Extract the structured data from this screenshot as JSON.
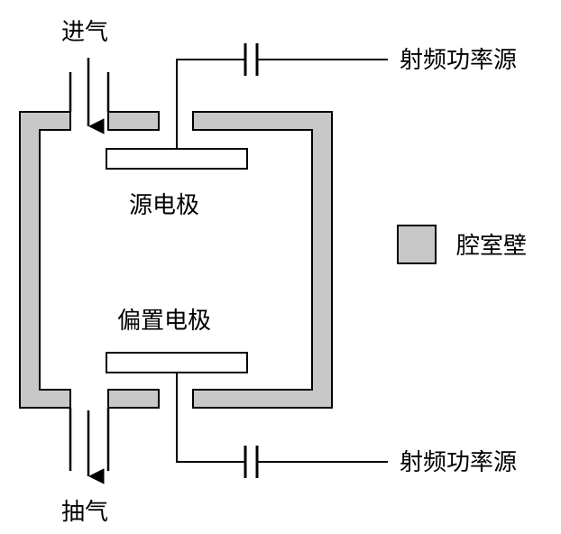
{
  "labels": {
    "gas_in": "进气",
    "gas_out": "抽气",
    "rf_source_top": "射频功率源",
    "rf_source_bottom": "射频功率源",
    "source_electrode": "源电极",
    "bias_electrode": "偏置电极",
    "legend_wall": "腔室壁"
  },
  "colors": {
    "wall_fill": "#c8c8c8",
    "stroke": "#000000",
    "background": "#ffffff"
  }
}
